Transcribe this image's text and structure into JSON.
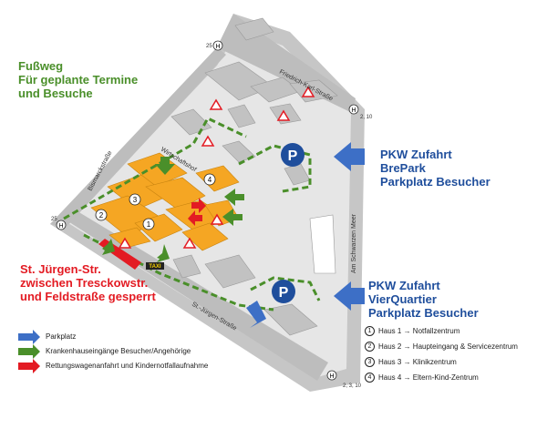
{
  "pedestrian_label": [
    "Fußweg",
    "Für geplante Termine",
    "und Besuche"
  ],
  "closure_label": [
    "St. Jürgen-Str.",
    "zwischen Tresckowstr.",
    "und  Feldstraße gesperrt"
  ],
  "car_entry_brepark": [
    "PKW Zufahrt",
    "BrePark",
    "Parkplatz Besucher"
  ],
  "car_entry_vierquartier": [
    "PKW Zufahrt",
    "VierQuartier",
    "Parkplatz Besucher"
  ],
  "streets": {
    "friedrich_karl": "Friedrich-Karl-Straße",
    "bismarck": "Bismarckstraße",
    "st_juergen": "St.-Jürgen-Straße",
    "am_schwarzen_meer": "Am Schwarzen Meer",
    "wirtschaftshof": "Wirtschaftshof"
  },
  "bus_stops": [
    "25",
    "2, 10",
    "25",
    "2, 3, 10"
  ],
  "parking_symbol": "P",
  "taxi_label": "TAXI",
  "house_numbers": [
    "1",
    "2",
    "3",
    "4"
  ],
  "legend": [
    {
      "label": "Parkplatz",
      "color": "#1f4e9c"
    },
    {
      "label": "Krankenhauseingänge Besucher/Angehörige",
      "color": "#4a8f2a"
    },
    {
      "label": "Rettungswagenanfahrt und Kindernotfallaufnahme",
      "color": "#e31b23"
    }
  ],
  "houses": [
    {
      "number": "1",
      "text": "Haus 1 → Notfallzentrum"
    },
    {
      "number": "2",
      "text": "Haus 2 → Haupteingang & Servicezentrum"
    },
    {
      "number": "3",
      "text": "Haus 3 → Klinikzentrum"
    },
    {
      "number": "4",
      "text": "Haus 4 → Eltern-Kind-Zentrum"
    }
  ],
  "colors": {
    "hospital": "#f5a623",
    "pedestrian": "#4a8f2a",
    "emergency": "#e31b23",
    "parking": "#1f4e9c",
    "road": "#b9b9b9",
    "ground": "#e4e4e4"
  }
}
